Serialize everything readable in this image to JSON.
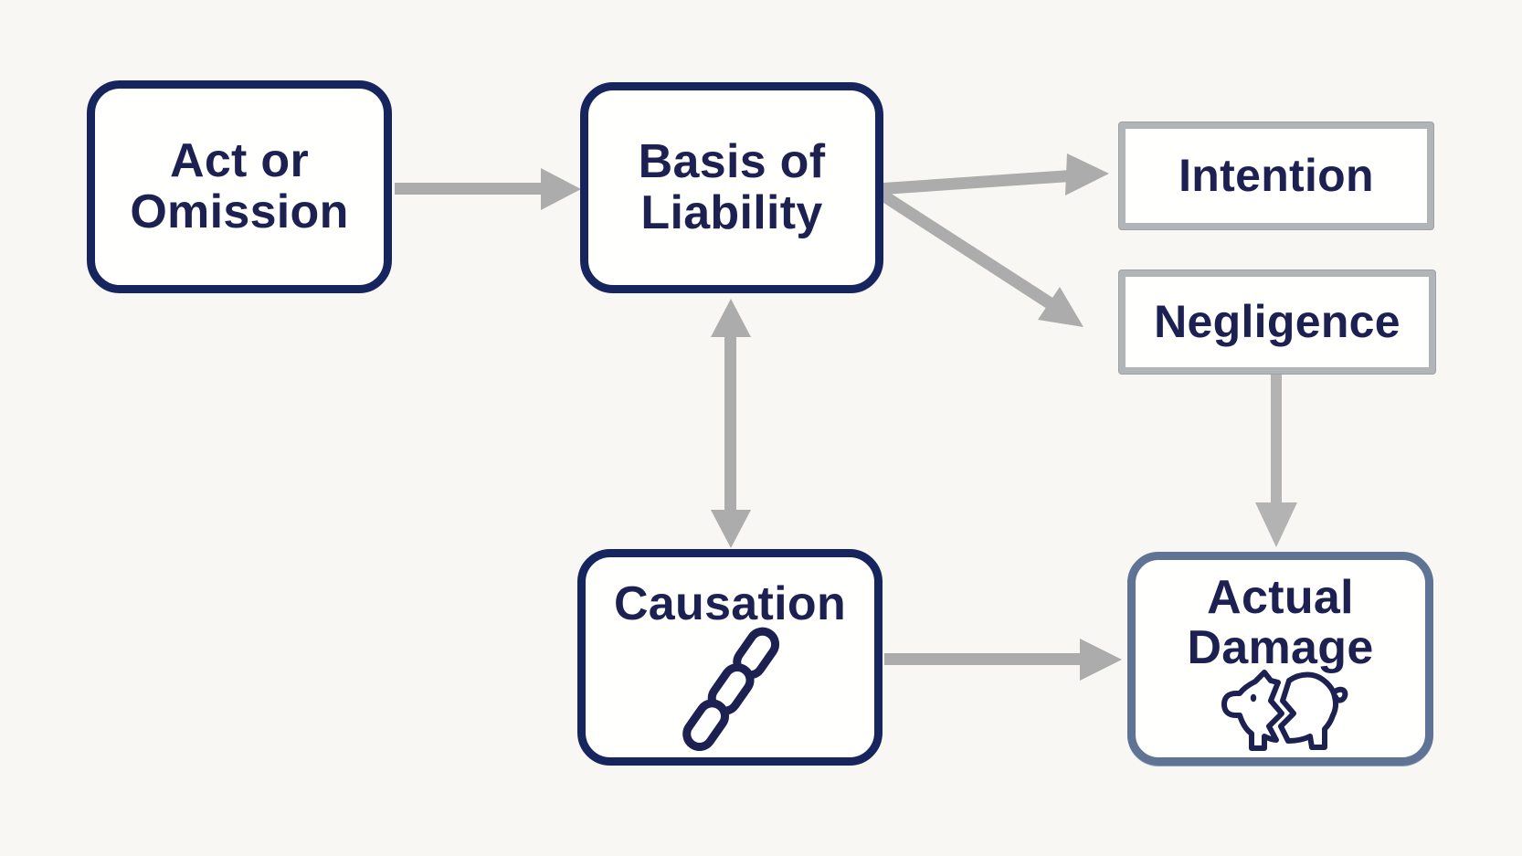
{
  "diagram": {
    "background_color": "#f8f7f4",
    "colors": {
      "navy_border": "#17255f",
      "navy_text": "#1c2152",
      "gray_border": "#b1b5b8",
      "steel_blue_border": "#5f7494",
      "arrow_gray": "#acacac",
      "node_fill": "#fffffe"
    },
    "nodes": {
      "act": {
        "label": "Act or\nOmission",
        "style": "navy-rounded"
      },
      "basis": {
        "label": "Basis of\nLiability",
        "style": "navy-rounded"
      },
      "intention": {
        "label": "Intention",
        "style": "gray-rect"
      },
      "negligence": {
        "label": "Negligence",
        "style": "gray-rect"
      },
      "causation": {
        "label": "Causation",
        "style": "navy-rounded",
        "icon": "chain-link-icon"
      },
      "damage": {
        "label": "Actual\nDamage",
        "style": "steel-blue-rounded",
        "icon": "broken-piggy-bank-icon"
      }
    },
    "edges": [
      {
        "from": "Act or Omission",
        "to": "Basis of Liability",
        "direction": "right"
      },
      {
        "from": "Basis of Liability",
        "to": "Intention",
        "direction": "right"
      },
      {
        "from": "Basis of Liability",
        "to": "Negligence",
        "direction": "down-right"
      },
      {
        "from": "Basis of Liability",
        "to": "Causation",
        "direction": "bidirectional-vertical"
      },
      {
        "from": "Negligence",
        "to": "Actual Damage",
        "direction": "down"
      },
      {
        "from": "Causation",
        "to": "Actual Damage",
        "direction": "right"
      }
    ]
  }
}
